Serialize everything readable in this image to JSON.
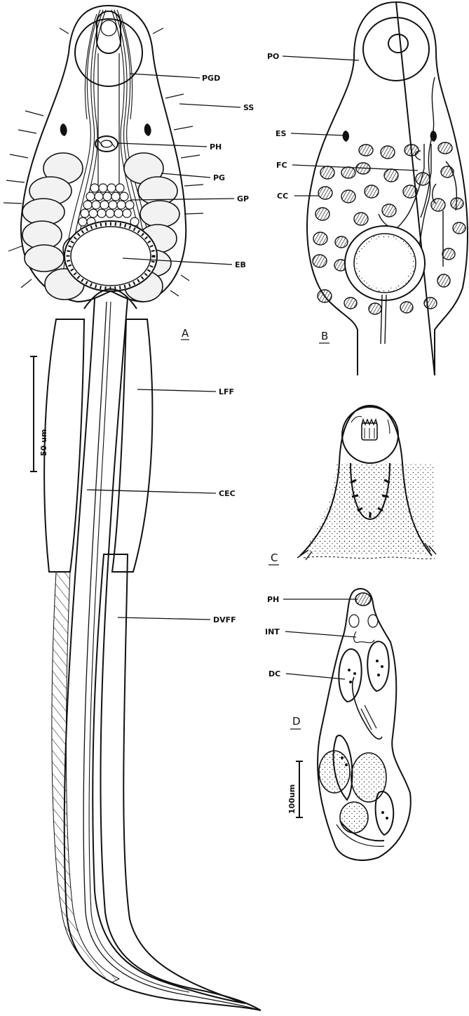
{
  "figure": {
    "panels": [
      "A",
      "B",
      "C",
      "D"
    ],
    "labels_a": [
      "PGD",
      "SS",
      "PH",
      "PG",
      "GP",
      "EB",
      "LFF",
      "CEC",
      "DVFF"
    ],
    "labels_b": [
      "PO",
      "ES",
      "FC",
      "CC"
    ],
    "labels_d": [
      "PH",
      "INT",
      "DC"
    ],
    "scale_a": "50 um",
    "scale_d": "100um"
  }
}
